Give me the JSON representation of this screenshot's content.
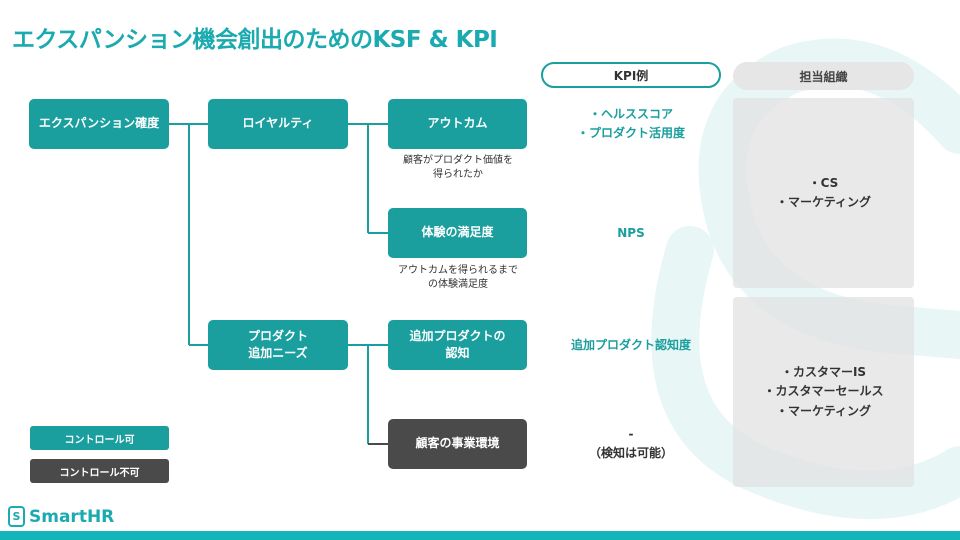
{
  "title": "エクスパンション機会創出のためのKSF & KPI",
  "headers": {
    "kpi": "KPI例",
    "org": "担当組織"
  },
  "nodes": {
    "expansion": "エクスパンション確度",
    "loyalty": "ロイヤルティ",
    "product_needs": "プロダクト\n追加ニーズ",
    "outcome": "アウトカム",
    "experience": "体験の満足度",
    "awareness": "追加プロダクトの\n認知",
    "environment": "顧客の事業環境"
  },
  "descriptions": {
    "outcome": "顧客がプロダクト価値を\n得られたか",
    "experience": "アウトカムを得られるまで\nの体験満足度"
  },
  "kpis": {
    "outcome": "・ヘルススコア\n・プロダクト活用度",
    "experience": "NPS",
    "awareness": "追加プロダクト認知度",
    "environment": "-\n（検知は可能）"
  },
  "orgs": {
    "top": "・CS\n・マーケティング",
    "bottom": "・カスタマーIS\n・カスタマーセールス\n・マーケティング"
  },
  "legend": {
    "controllable": "コントロール可",
    "uncontrollable": "コントロール不可"
  },
  "colors": {
    "teal": "#1a9e9e",
    "dark": "#4a4a4a",
    "title": "#1aaab0"
  },
  "logo": {
    "mark": "S",
    "text": "SmartHR"
  }
}
